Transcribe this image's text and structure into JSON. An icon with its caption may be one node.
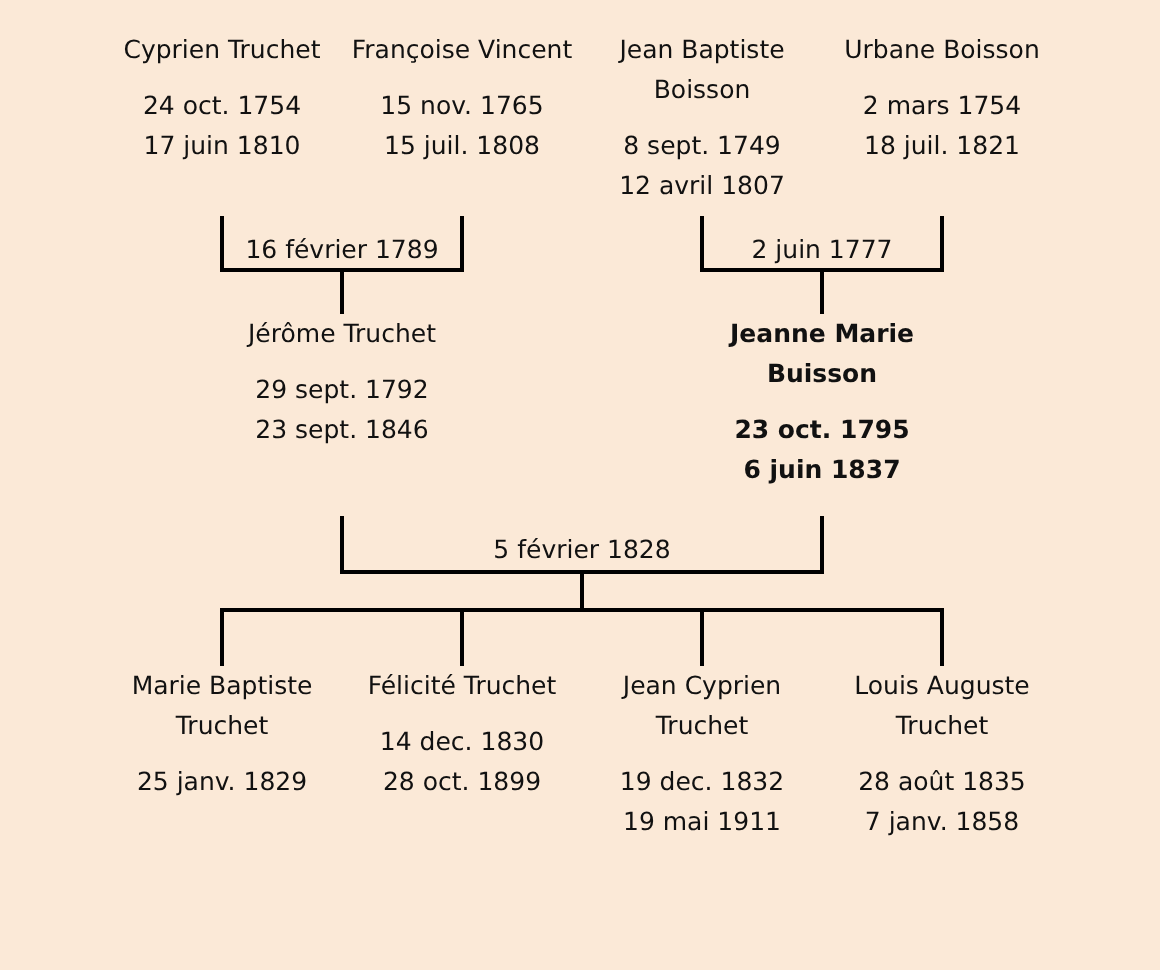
{
  "diagram": {
    "nodes": [
      {
        "text": [
          "Cyprien Truchet",
          "24 oct. 1754",
          "17 juin 1810"
        ]
      },
      {
        "text": [
          "Françoise Vincent",
          "15 nov. 1765",
          "15 juil. 1808"
        ]
      },
      {
        "text": [
          "Jean Baptiste Boisson",
          "8 sept. 1749",
          "12 avril 1807"
        ]
      },
      {
        "text": [
          "Urbane Boisson",
          "2 mars 1754",
          "18 juil. 1821"
        ]
      },
      {
        "text": [
          "Jérôme Truchet",
          "29 sept. 1792",
          "23 sept. 1846"
        ]
      },
      {
        "text": [
          "Jeanne Marie Buisson",
          "23 oct. 1795",
          "6 juin 1837"
        ]
      },
      {
        "text": [
          "Marie Baptiste Truchet",
          "25 janv. 1829"
        ]
      },
      {
        "text": [
          "Félicité Truchet",
          "14 dec. 1830",
          "28 oct. 1899"
        ]
      },
      {
        "text": [
          "Jean Cyprien Truchet",
          "19 dec. 1832",
          "19 mai 1911"
        ]
      },
      {
        "text": [
          "Louis Auguste Truchet",
          "28 août 1835",
          "7 janv. 1858"
        ]
      }
    ],
    "edges": [
      {
        "from": 0,
        "to": 4,
        "arrow": "none"
      },
      {
        "from": 1,
        "to": 4,
        "arrow": "none"
      },
      {
        "from": 2,
        "to": 5,
        "arrow": "none"
      },
      {
        "from": 3,
        "to": 5,
        "arrow": "none"
      },
      {
        "from": 4,
        "to": 6,
        "arrow": "none"
      },
      {
        "from": 5,
        "to": 6,
        "arrow": "none"
      },
      {
        "from": 4,
        "to": 7,
        "arrow": "none"
      },
      {
        "from": 5,
        "to": 7,
        "arrow": "none"
      },
      {
        "from": 4,
        "to": 8,
        "arrow": "none"
      },
      {
        "from": 5,
        "to": 8,
        "arrow": "none"
      },
      {
        "from": 4,
        "to": 9,
        "arrow": "none"
      },
      {
        "from": 5,
        "to": 9,
        "arrow": "none"
      }
    ],
    "labels": [
      "16 février 1789",
      "2 juin 1777",
      "5 février 1828"
    ]
  }
}
